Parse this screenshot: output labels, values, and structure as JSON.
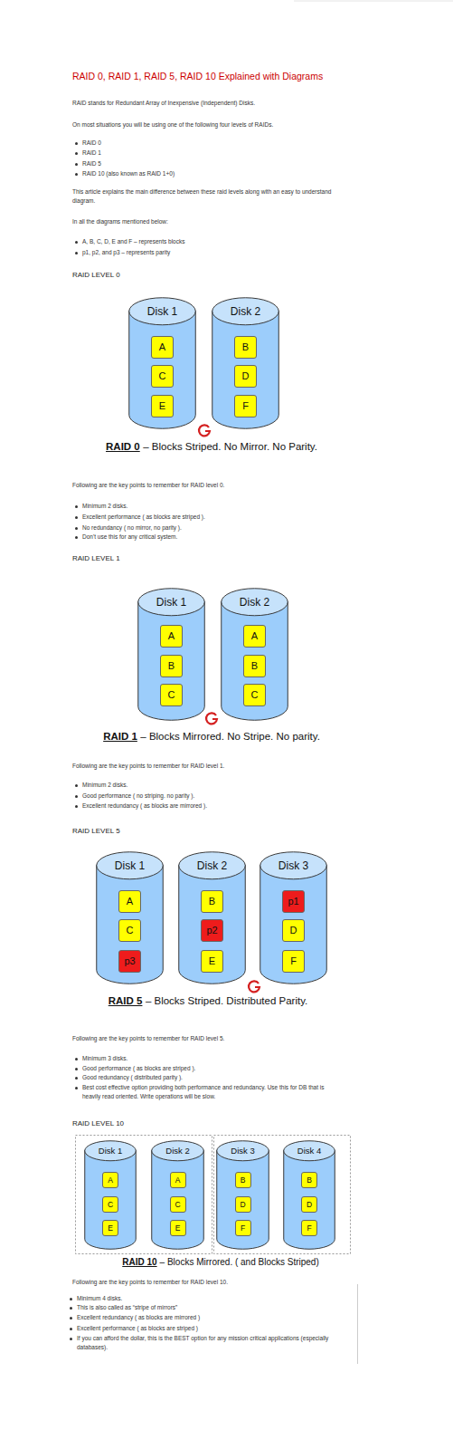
{
  "diagram": {
    "title": "RAID 0, RAID 1, RAID 5, RAID 10 Explained with Diagrams",
    "nodes": [
      {
        "text": [
          "Disk 1"
        ]
      },
      {
        "text": [
          "A"
        ],
        "in": 0
      },
      {
        "text": [
          "C"
        ],
        "in": 0
      },
      {
        "text": [
          "E"
        ],
        "in": 0
      },
      {
        "text": [
          "Disk 2"
        ]
      },
      {
        "text": [
          "B"
        ],
        "in": 4
      },
      {
        "text": [
          "D"
        ],
        "in": 4
      },
      {
        "text": [
          "F"
        ],
        "in": 4
      },
      {
        "text": [
          "Disk 1"
        ]
      },
      {
        "text": [
          "A"
        ],
        "in": 8
      },
      {
        "text": [
          "B"
        ],
        "in": 8
      },
      {
        "text": [
          "C"
        ],
        "in": 8
      },
      {
        "text": [
          "Disk 2"
        ]
      },
      {
        "text": [
          "A"
        ],
        "in": 12
      },
      {
        "text": [
          "B"
        ],
        "in": 12
      },
      {
        "text": [
          "C"
        ],
        "in": 12
      },
      {
        "text": [
          "Disk 1"
        ]
      },
      {
        "text": [
          "A"
        ],
        "in": 16
      },
      {
        "text": [
          "C"
        ],
        "in": 16
      },
      {
        "text": [
          "p3"
        ],
        "in": 16
      },
      {
        "text": [
          "Disk 2"
        ]
      },
      {
        "text": [
          "B"
        ],
        "in": 20
      },
      {
        "text": [
          "p2"
        ],
        "in": 20
      },
      {
        "text": [
          "E"
        ],
        "in": 20
      },
      {
        "text": [
          "Disk 3"
        ]
      },
      {
        "text": [
          "p1"
        ],
        "in": 24
      },
      {
        "text": [
          "D"
        ],
        "in": 24
      },
      {
        "text": [
          "F"
        ],
        "in": 24
      },
      {
        "text": [
          "Disk 1"
        ]
      },
      {
        "text": [
          "A"
        ],
        "in": 28
      },
      {
        "text": [
          "C"
        ],
        "in": 28
      },
      {
        "text": [
          "E"
        ],
        "in": 28
      },
      {
        "text": [
          "Disk 2"
        ]
      },
      {
        "text": [
          "A"
        ],
        "in": 32
      },
      {
        "text": [
          "C"
        ],
        "in": 32
      },
      {
        "text": [
          "E"
        ],
        "in": 32
      },
      {
        "text": [
          "Disk 3"
        ]
      },
      {
        "text": [
          "B"
        ],
        "in": 36
      },
      {
        "text": [
          "D"
        ],
        "in": 36
      },
      {
        "text": [
          "F"
        ],
        "in": 36
      },
      {
        "text": [
          "Disk 4"
        ]
      },
      {
        "text": [
          "B"
        ],
        "in": 40
      },
      {
        "text": [
          "D"
        ],
        "in": 40
      },
      {
        "text": [
          "F"
        ],
        "in": 40
      }
    ],
    "labels": [
      "RAID stands for Redundant Array of Inexpensive (Independent) Disks.",
      "On most situations you will be using one of the following four levels of RAIDs.",
      "RAID 0",
      "RAID 1",
      "RAID 5",
      "RAID 10 (also known as RAID 1+0)",
      "This article explains the main difference between these raid levels along with an easy to understand diagram.",
      "In all the diagrams mentioned below:",
      "A, B, C, D, E and F – represents blocks",
      "p1, p2, and p3 – represents parity",
      "RAID LEVEL 0",
      "RAID 0",
      "– Blocks Striped. No Mirror. No Parity.",
      "Following are the key points to remember for RAID level 0.",
      "Minimum 2 disks.",
      "Excellent performance ( as blocks are striped ).",
      "No redundancy ( no mirror, no parity ).",
      "Don't use this for any critical system.",
      "RAID LEVEL 1",
      "RAID 1",
      "– Blocks Mirrored. No Stripe. No parity.",
      "Following are the key points to remember for RAID level 1.",
      "Minimum 2 disks.",
      "Good performance ( no striping. no parity ).",
      "Excellent redundancy ( as blocks are mirrored ).",
      "RAID LEVEL 5",
      "RAID 5",
      "– Blocks Striped. Distributed Parity.",
      "Following are the key points to remember for RAID level 5.",
      "Minimum 3 disks.",
      "Good performance ( as blocks are striped ).",
      "Good redundancy ( distributed parity ).",
      "Best cost effective option providing both performance and redundancy. Use this for DB that is heavily read oriented. Write operations will be slow.",
      "RAID LEVEL 10",
      "RAID 10",
      "– Blocks Mirrored. ( and Blocks Striped)",
      "Following are the key points to remember for RAID level 10.",
      "Minimum 4 disks.",
      "This is also called as “stripe of mirrors”",
      "Excellent redundancy ( as blocks are mirrored )",
      "Excellent performance ( as blocks are striped )",
      "If you can afford the dollar, this is the BEST option for any mission critical applications (especially databases)."
    ]
  }
}
